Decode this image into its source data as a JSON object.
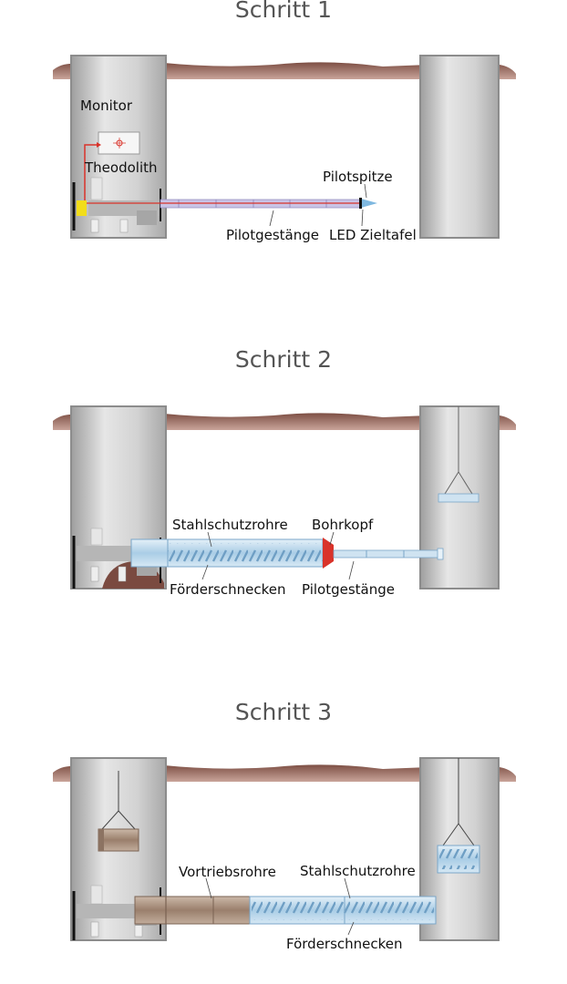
{
  "steps": [
    {
      "title": "Schritt 1",
      "labels": {
        "monitor": "Monitor",
        "theodolith": "Theodolith",
        "pilotspitze": "Pilotspitze",
        "pilotgestaenge": "Pilotgestänge",
        "led_zieltafel": "LED Zieltafel"
      }
    },
    {
      "title": "Schritt 2",
      "labels": {
        "stahlschutzrohre": "Stahlschutzrohre",
        "bohrkopf": "Bohrkopf",
        "foerderschnecken": "Förderschnecken",
        "pilotgestaenge": "Pilotgestänge"
      }
    },
    {
      "title": "Schritt 3",
      "labels": {
        "vortriebsrohre": "Vortriebsrohre",
        "stahlschutzrohre": "Stahlschutzrohre",
        "foerderschnecken": "Förderschnecken"
      }
    }
  ],
  "colors": {
    "soil": "#8a5a4e",
    "shaft": "#cfcfcf",
    "pipe_blue": "#b9d6ea",
    "vortrieb_brown": "#a88f7d",
    "laser": "#d9332a",
    "theodolith": "#f2dd1a"
  }
}
